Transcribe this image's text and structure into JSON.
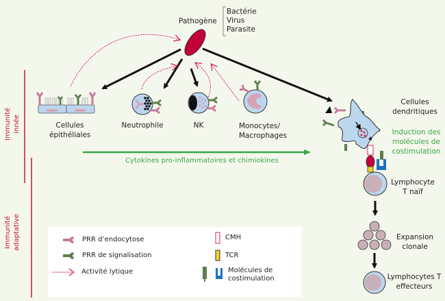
{
  "pathogen": {
    "label": "Pathogène",
    "types": [
      "Bactérie",
      "Virus",
      "Parasite"
    ]
  },
  "cells": {
    "epithelial": [
      "Cellules",
      "épithéliales"
    ],
    "neutrophil": "Neutrophile",
    "nk": "NK",
    "monocytes": [
      "Monocytes/",
      "Macrophages"
    ],
    "dendritic": [
      "Cellules",
      "dendritiques"
    ],
    "induction": [
      "Induction des",
      "molécules de",
      "costimulation"
    ],
    "naive_t": [
      "Lymphocyte",
      "T naïf"
    ],
    "expansion": [
      "Expansion",
      "clonale"
    ],
    "effector_t": [
      "Lymphocytes T",
      "effecteurs"
    ]
  },
  "cytokines_label": "Cytokines pro-inflammatoires et chimiokines",
  "sections": {
    "innate": [
      "Immunité",
      "innée"
    ],
    "adaptive": [
      "Immunité",
      "adaptative"
    ]
  },
  "legend": {
    "prr_endocytosis": "PRR d’endocytose",
    "prr_signaling": "PRR de signalisation",
    "lytic_activity": "Activité lytique",
    "cmh": "CMH",
    "tcr": "TCR",
    "costim": [
      "Molécules de",
      "costimulation"
    ]
  },
  "colors": {
    "background": "#f4f7ec",
    "pathogen": "#c4003c",
    "prr_endocytosis": "#c77a9c",
    "prr_signaling": "#5e7e4e",
    "cell_fill": "#bcd6ee",
    "lytic_arrow": "#d0245a",
    "cytokine_arrow": "#3aa64a",
    "tcr": "#f2d22a",
    "costim_blue": "#1a73c0",
    "section_line": "#c4163e"
  }
}
